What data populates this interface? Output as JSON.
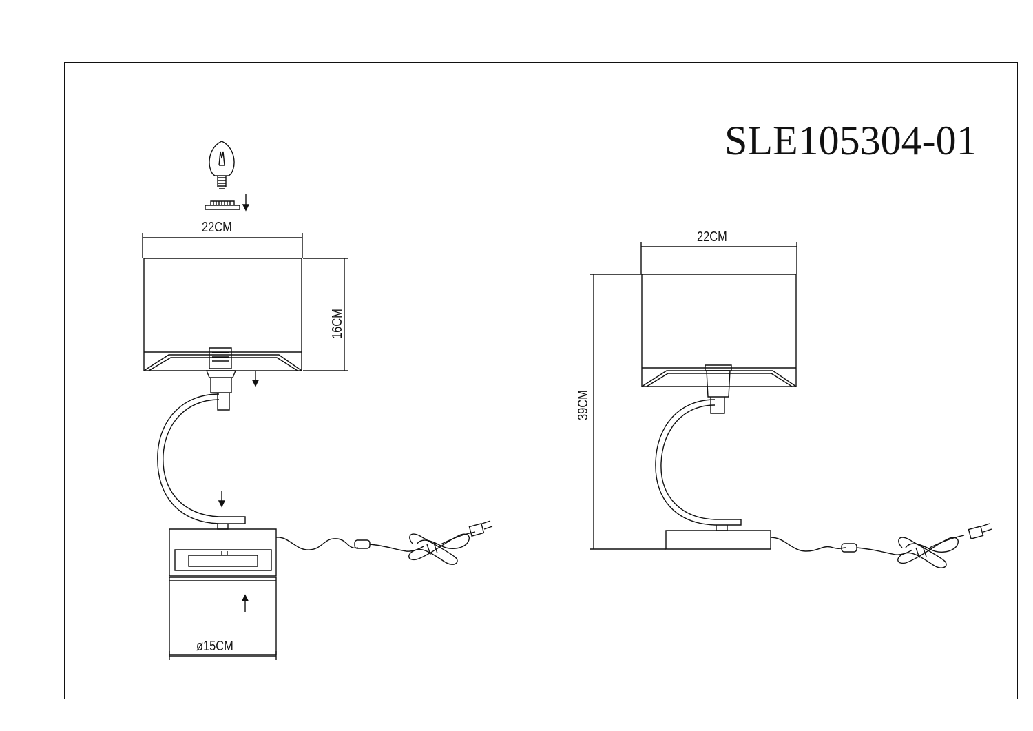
{
  "title": "SLE105304-01",
  "front_view": {
    "shade_width": "22CM",
    "shade_height": "16CM",
    "base_diameter": "ø15CM"
  },
  "side_view": {
    "shade_width": "22CM",
    "total_height": "39CM"
  },
  "colors": {
    "line": "#111111",
    "background": "#ffffff"
  }
}
